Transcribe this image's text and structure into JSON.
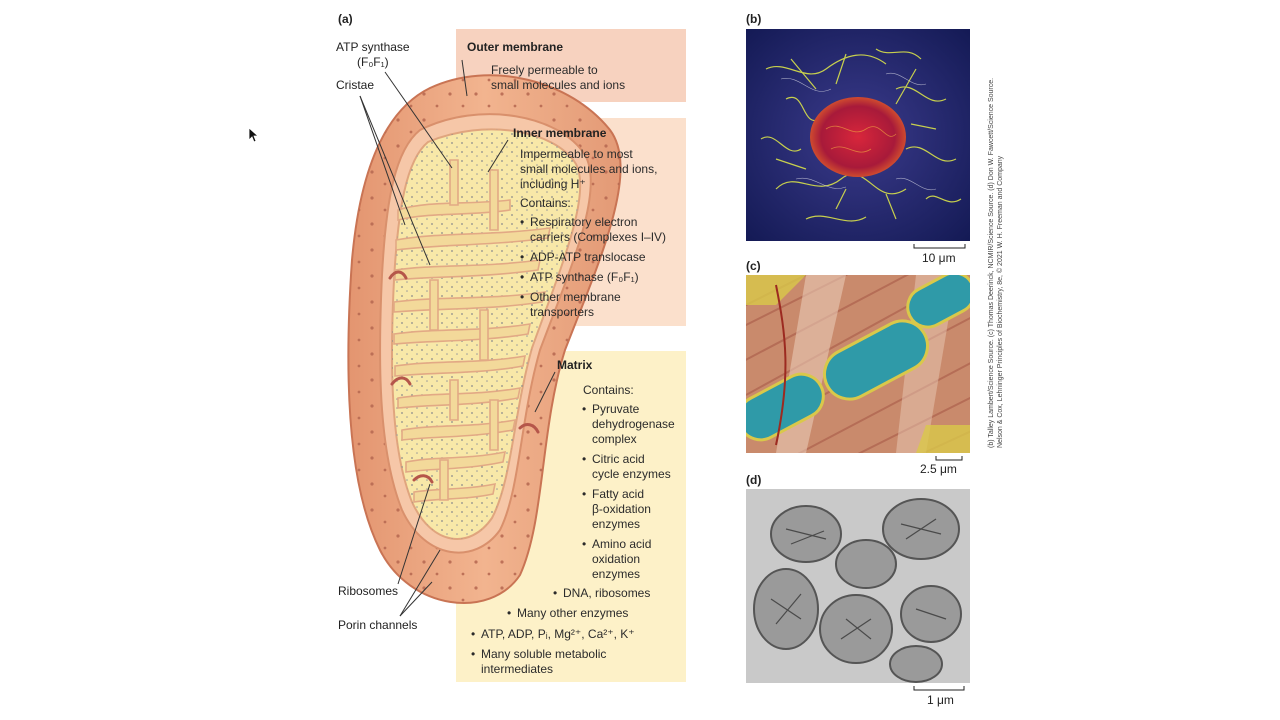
{
  "panels": {
    "a": "(a)",
    "b": "(b)",
    "c": "(c)",
    "d": "(d)"
  },
  "labels": {
    "atp_synthase": "ATP synthase",
    "atp_synthase_sub": "(F₀F₁)",
    "cristae": "Cristae",
    "ribosomes": "Ribosomes",
    "porin_channels": "Porin channels"
  },
  "outer_membrane": {
    "title": "Outer membrane",
    "text": [
      "Freely permeable to",
      "small molecules and ions"
    ]
  },
  "inner_membrane": {
    "title": "Inner membrane",
    "text": [
      "Impermeable to most",
      "small molecules and ions,",
      "including H⁺"
    ],
    "contains": "Contains:",
    "items": [
      [
        "Respiratory electron",
        "carriers (Complexes I–IV)"
      ],
      [
        "ADP-ATP translocase"
      ],
      [
        "ATP synthase (F₀F₁)"
      ],
      [
        "Other membrane",
        "transporters"
      ]
    ]
  },
  "matrix": {
    "title": "Matrix",
    "contains": "Contains:",
    "items": [
      [
        "Pyruvate",
        "dehydrogenase",
        "complex"
      ],
      [
        "Citric acid",
        "cycle enzymes"
      ],
      [
        "Fatty acid",
        "β-oxidation",
        "enzymes"
      ],
      [
        "Amino acid",
        "oxidation",
        "enzymes"
      ],
      [
        "DNA, ribosomes"
      ],
      [
        "Many other enzymes"
      ],
      [
        "ATP, ADP, Pᵢ, Mg²⁺, Ca²⁺, K⁺"
      ],
      [
        "Many soluble metabolic",
        "intermediates"
      ]
    ]
  },
  "scale_bars": {
    "b": "10 μm",
    "c": "2.5 μm",
    "d": "1 μm"
  },
  "credit": [
    "(b) Talley Lambert/Science Source. (c) Thomas Deerinck, NCMIR/Science Source. (d) Don W. Fawcett/Science Source.",
    "Nelson & Cox, Lehninger Principles of Biochemistry, 8e, © 2021 W. H. Freeman and Company"
  ],
  "colors": {
    "outer_box": "#f7d2bf",
    "inner_box": "#fbe0cc",
    "matrix_box": "#fdf1c8",
    "outer_membrane": "#e8a07a",
    "matrix_fill": "#f8e8a8"
  }
}
